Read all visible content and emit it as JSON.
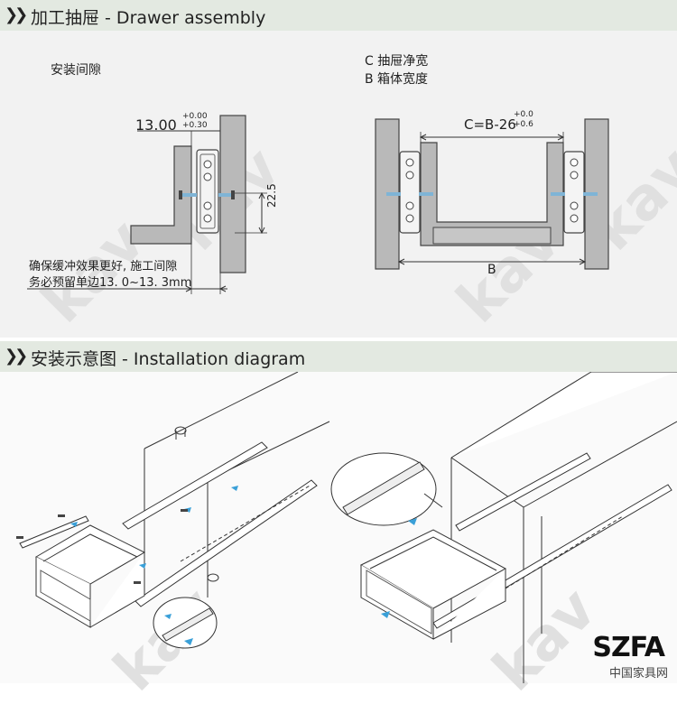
{
  "section1": {
    "chevron": "❯❯",
    "title": "加工抽屉 - Drawer assembly"
  },
  "section2": {
    "chevron": "❯❯",
    "title": "安装示意图 - Installation diagram"
  },
  "gap_diagram": {
    "heading": "安装间隙",
    "dim_main": "13.00",
    "tol_upper": "+0.00",
    "tol_lower": "+0.30",
    "height": "22.5",
    "note_line1": "确保缓冲效果更好, 施工间隙",
    "note_line2": "务必预留单边13. 0~13. 3mm"
  },
  "width_diagram": {
    "legend_c": "C  抽屉净宽",
    "legend_b": "B  箱体宽度",
    "formula": "C=B-26",
    "tol_upper": "+0.0",
    "tol_lower": "+0.6",
    "b_label": "B"
  },
  "watermark": "kav",
  "logo": {
    "mark": "SZFA",
    "text": "中国家具网"
  }
}
